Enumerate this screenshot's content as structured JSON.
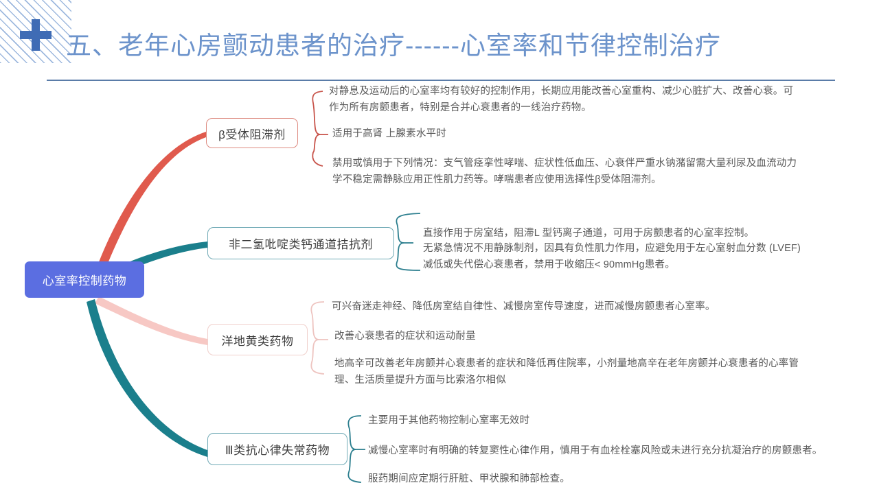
{
  "slide": {
    "title": "五、老年心房颤动患者的治疗------心室率和节律控制治疗",
    "icons": {
      "cross": "medical-cross-icon",
      "hatch": "diagonal-hatch-decoration"
    },
    "colors": {
      "title": "#6c93cb",
      "rule": "#5a7ca8",
      "cross": "#3f6cb5",
      "root_node_bg": "#5b6ee1",
      "branch_red": "#dd8a80",
      "branch_teal": "#6fa9b5",
      "branch_pink": "#f0cfcb",
      "curve_red": "#e05a4d",
      "curve_teal": "#1b7f8c",
      "curve_pink": "#f7c8c4",
      "body_text": "#595959"
    }
  },
  "mindmap": {
    "root": {
      "label": "心室率控制药物"
    },
    "branches": [
      {
        "id": "beta",
        "label": "β受体阻滞剂",
        "accent": "red",
        "details": [
          "对静息及运动后的心室率均有较好的控制作用，长期应用能改善心室重构、减少心脏扩大、改善心衰。可作为所有房颤患者，特别是合并心衰患者的一线治疗药物。",
          "适用于高肾 上腺素水平时",
          "禁用或慎用于下列情况：支气管痉挛性哮喘、症状性低血压、心衰伴严重水钠潴留需大量利尿及血流动力学不稳定需静脉应用正性肌力药等。哮喘患者应使用选择性β受体阻滞剂。"
        ]
      },
      {
        "id": "ccb",
        "label": "非二氢吡啶类钙通道拮抗剂",
        "accent": "teal",
        "details": [
          "直接作用于房室结，阻滞L 型钙离子通道，可用于房颤患者的心室率控制。",
          "无紧急情况不用静脉制剂，因具有负性肌力作用，应避免用于左心室射血分数 (LVEF) 减低或失代偿心衰患者，禁用于收缩压< 90mmHg患者。"
        ]
      },
      {
        "id": "digitalis",
        "label": "洋地黄类药物",
        "accent": "pink",
        "details": [
          "可兴奋迷走神经、降低房室结自律性、减慢房室传导速度，进而减慢房颤患者心室率。",
          "改善心衰患者的症状和运动耐量",
          "地高辛可改善老年房颤并心衰患者的症状和降低再住院率，小剂量地高辛在老年房颤并心衰患者的心率管理、生活质量提升方面与比索洛尔相似"
        ]
      },
      {
        "id": "class3",
        "label": "Ⅲ类抗心律失常药物",
        "accent": "teal",
        "details": [
          "主要用于其他药物控制心室率无效时",
          "减慢心室率时有明确的转复窦性心律作用，慎用于有血栓栓塞风险或未进行充分抗凝治疗的房颤患者。",
          "服药期间应定期行肝脏、甲状腺和肺部检查。"
        ]
      }
    ]
  }
}
